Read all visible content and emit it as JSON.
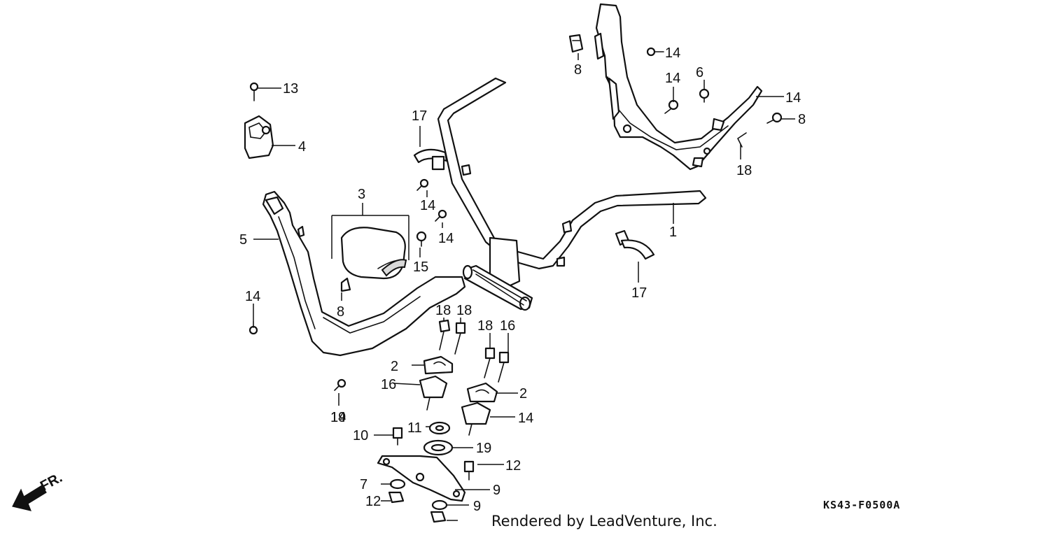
{
  "diagram": {
    "code": "KS43-F0500A",
    "credit": "Rendered by LeadVenture, Inc.",
    "front_label": "FR."
  },
  "callouts": [
    "13",
    "4",
    "3",
    "5",
    "15",
    "8",
    "14",
    "14",
    "17",
    "14",
    "14",
    "1",
    "17",
    "8",
    "14",
    "14",
    "6",
    "14",
    "8",
    "18",
    "18",
    "18",
    "18",
    "16",
    "2",
    "16",
    "2",
    "14",
    "19",
    "10",
    "11",
    "19",
    "12",
    "7",
    "9",
    "12",
    "9"
  ],
  "icons": {
    "front_arrow": "arrow-down-left-icon"
  }
}
